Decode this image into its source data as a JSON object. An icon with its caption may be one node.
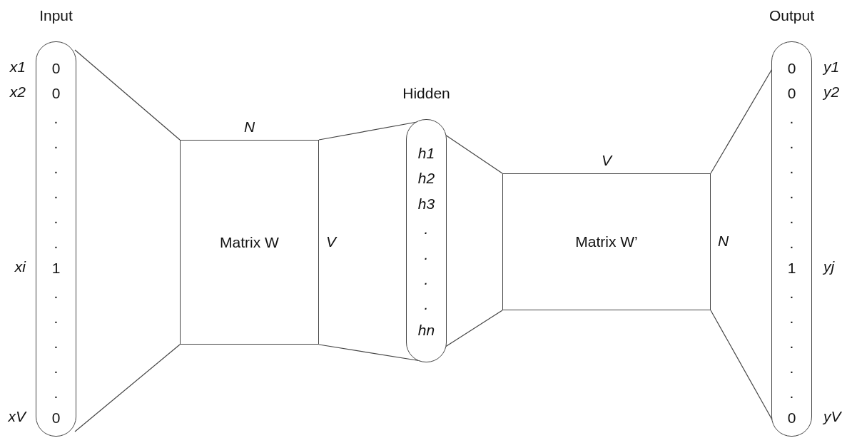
{
  "diagram": {
    "nodes": [
      {
        "text": [
          "Input",
          "0 0 . . . . . . 1 . . . . . 0"
        ],
        "beside": [
          "x1",
          "x2",
          "xi",
          "xV"
        ]
      },
      {
        "text": [
          "Matrix W"
        ],
        "beside": [
          "N",
          "V"
        ]
      },
      {
        "text": [
          "Hidden",
          "h1 h2 h3 . . . . hn"
        ]
      },
      {
        "text": [
          "Matrix W’"
        ],
        "beside": [
          "V",
          "N"
        ]
      },
      {
        "text": [
          "Output",
          "0 0 . . . . . . 1 . . . . . 0"
        ],
        "beside": [
          "y1",
          "y2",
          "yj",
          "yV"
        ]
      }
    ],
    "edges": [
      {
        "from": 0,
        "to": 1,
        "arrow": "none"
      },
      {
        "from": 0,
        "to": 1,
        "arrow": "none"
      },
      {
        "from": 1,
        "to": 2,
        "arrow": "none"
      },
      {
        "from": 1,
        "to": 2,
        "arrow": "none"
      },
      {
        "from": 2,
        "to": 3,
        "arrow": "none"
      },
      {
        "from": 2,
        "to": 3,
        "arrow": "none"
      },
      {
        "from": 3,
        "to": 4,
        "arrow": "none"
      },
      {
        "from": 3,
        "to": 4,
        "arrow": "none"
      }
    ]
  }
}
